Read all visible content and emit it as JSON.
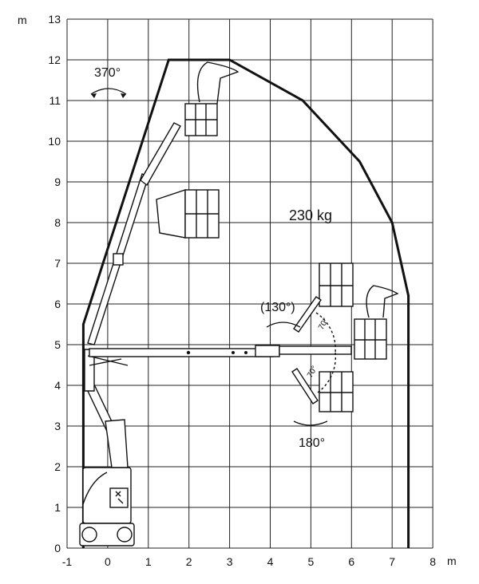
{
  "chart_data": {
    "type": "diagram",
    "xlabel": "m",
    "ylabel": "m",
    "x_ticks": [
      "-1",
      "0",
      "1",
      "2",
      "3",
      "4",
      "5",
      "6",
      "7",
      "8"
    ],
    "y_ticks": [
      "0",
      "1",
      "2",
      "3",
      "4",
      "5",
      "6",
      "7",
      "8",
      "9",
      "10",
      "11",
      "12",
      "13"
    ],
    "xlim": [
      -1,
      8
    ],
    "ylim": [
      0,
      13
    ],
    "grid": true,
    "working_envelope": {
      "x": [
        -0.6,
        -0.6,
        1.5,
        3.0,
        4.8,
        6.2,
        7.0,
        7.4,
        7.4
      ],
      "y": [
        0,
        5.5,
        12.0,
        12.0,
        11.0,
        9.5,
        8.0,
        6.2,
        0
      ]
    },
    "annotations": {
      "load": "230 kg",
      "turret_rotation": "370°",
      "jib_rotation": "(130°)",
      "basket_rotation": "180°",
      "jib_angle_upper": "70°",
      "jib_angle_lower": "70°"
    }
  }
}
